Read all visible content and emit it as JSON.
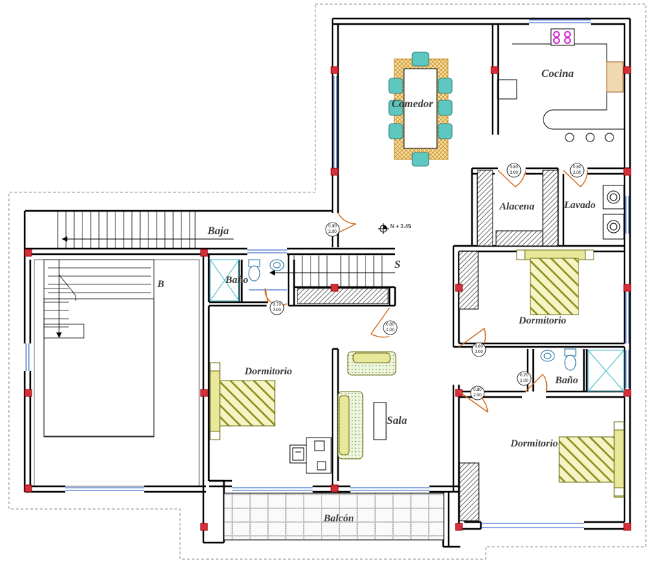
{
  "rooms": {
    "cocina": "Cocina",
    "comedor": "Comedor",
    "alacena": "Alacena",
    "lavado": "Lavado",
    "dormitorio_right_top": "Dormitorio",
    "dormitorio_left": "Dormitorio",
    "dormitorio_right_bottom": "Dormitorio",
    "bano_left": "Baño",
    "bano_right": "Baño",
    "sala": "Sala",
    "balcon": "Balcón"
  },
  "stairs": {
    "baja": "Baja",
    "sube": "S",
    "b": "B"
  },
  "level": "N + 3.45",
  "doors": {
    "d1": [
      "0.80",
      "2.00"
    ],
    "d2": [
      "0.80",
      "2.00"
    ],
    "d3": [
      "0.80",
      "2.00"
    ],
    "d4": [
      "0.70",
      "2.00"
    ],
    "d5": [
      "0.80",
      "2.00"
    ],
    "d6": [
      "0.80",
      "2.00"
    ],
    "d7": [
      "0.70",
      "2.00"
    ],
    "d8": [
      "0.80",
      "2.00"
    ]
  },
  "colors": {
    "wall": "#000000",
    "column": "#d62f3c",
    "furniture_olive": "#8c8c1f",
    "furniture_yellow": "#e8e89a",
    "chair_teal": "#5ec8c0",
    "table_orange": "#d6961e",
    "door_swing": "#d2691e",
    "hatch": "#555555",
    "glass": "#3cb4c8",
    "stove": "#d21ed2"
  }
}
